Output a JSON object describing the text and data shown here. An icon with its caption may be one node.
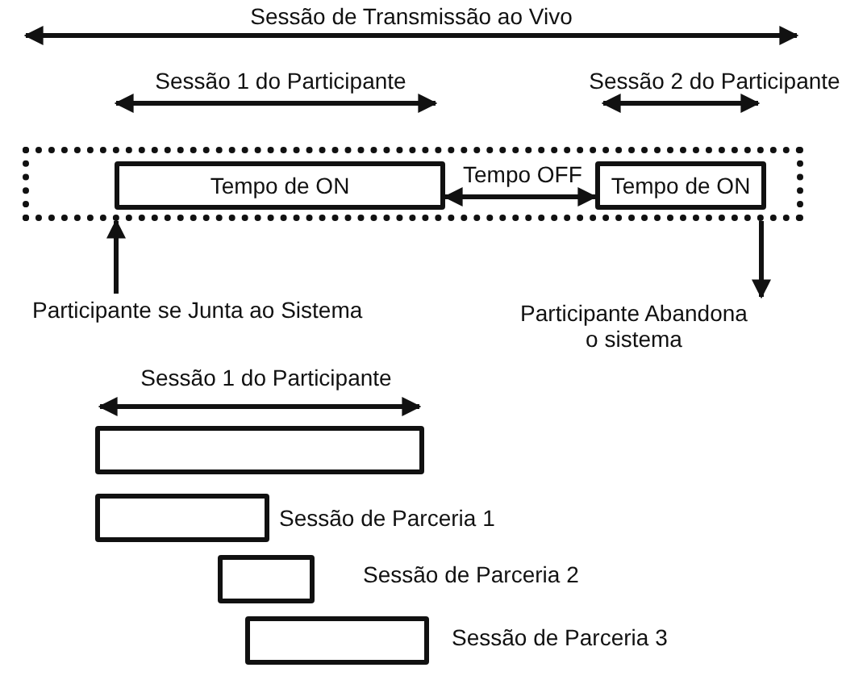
{
  "diagram": {
    "nodes": [
      {
        "text": [],
        "shape": "box"
      },
      {
        "text": [
          "Tempo de ON"
        ],
        "in": 0
      },
      {
        "text": [
          "Tempo de ON"
        ],
        "in": 0
      },
      {
        "text": [
          "Participante se Junta ao Sistema"
        ]
      },
      {
        "text": [
          "Participante Abandona o sistema"
        ]
      },
      {
        "text": [],
        "shape": "box"
      },
      {
        "text": [],
        "shape": "box",
        "beside": [
          "Sessão de Parceria 1"
        ]
      },
      {
        "text": [],
        "shape": "box",
        "beside": [
          "Sessão de Parceria 2"
        ]
      },
      {
        "text": [],
        "shape": "box",
        "beside": [
          "Sessão de Parceria 3"
        ]
      }
    ],
    "edges": [
      {
        "from": 3,
        "to": 0,
        "arrow": "to"
      },
      {
        "from": 0,
        "to": 4,
        "arrow": "to"
      },
      {
        "from": 1,
        "to": 2,
        "arrow": "both",
        "label": "Tempo OFF"
      }
    ],
    "labels": [
      "Sessão de Transmissão ao Vivo",
      "Sessão 1 do Participante",
      "Sessão 2 do Participante",
      "Sessão 1 do Participante"
    ]
  }
}
